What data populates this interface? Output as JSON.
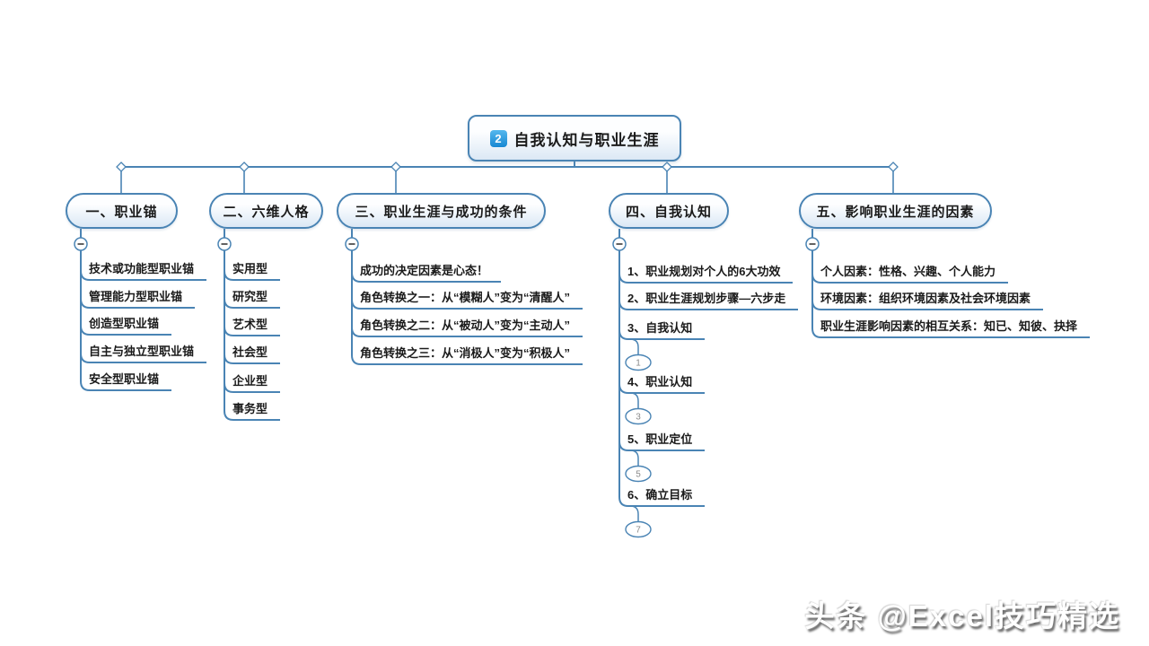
{
  "root": {
    "badge_label": "2",
    "title": "自我认知与职业生涯"
  },
  "watermark": "头条 @Excel技巧精选",
  "colors": {
    "line": "#4a84b4",
    "node_fill_top": "#fdfeff",
    "node_fill_bottom": "#dbe8f5",
    "badge_top": "#55b8ee",
    "badge_bottom": "#1787d2",
    "text": "#1a1a1a",
    "count_text": "#8a8a8a"
  },
  "branches": [
    {
      "label": "一、职业锚",
      "children": [
        {
          "label": "技术或功能型职业锚"
        },
        {
          "label": "管理能力型职业锚"
        },
        {
          "label": "创造型职业锚"
        },
        {
          "label": "自主与独立型职业锚"
        },
        {
          "label": "安全型职业锚"
        }
      ]
    },
    {
      "label": "二、六维人格",
      "children": [
        {
          "label": "实用型"
        },
        {
          "label": "研究型"
        },
        {
          "label": "艺术型"
        },
        {
          "label": "社会型"
        },
        {
          "label": "企业型"
        },
        {
          "label": "事务型"
        }
      ]
    },
    {
      "label": "三、职业生涯与成功的条件",
      "children": [
        {
          "label": "成功的决定因素是心态！"
        },
        {
          "label": "角色转换之一：从“模糊人”变为“清醒人”"
        },
        {
          "label": "角色转换之二：从“被动人”变为“主动人”"
        },
        {
          "label": "角色转换之三：从“消极人”变为“积极人”"
        }
      ]
    },
    {
      "label": "四、自我认知",
      "children": [
        {
          "label": "1、职业规划对个人的6大功效"
        },
        {
          "label": "2、职业生涯规划步骤—六步走"
        },
        {
          "label": "3、自我认知",
          "collapsed_count": "1"
        },
        {
          "label": "4、职业认知",
          "collapsed_count": "3"
        },
        {
          "label": "5、职业定位",
          "collapsed_count": "5"
        },
        {
          "label": "6、确立目标",
          "collapsed_count": "7"
        }
      ]
    },
    {
      "label": "五、影响职业生涯的因素",
      "children": [
        {
          "label": "个人因素：性格、兴趣、个人能力"
        },
        {
          "label": "环境因素：组织环境因素及社会环境因素"
        },
        {
          "label": "职业生涯影响因素的相互关系：知已、知彼、抉择"
        }
      ]
    }
  ]
}
